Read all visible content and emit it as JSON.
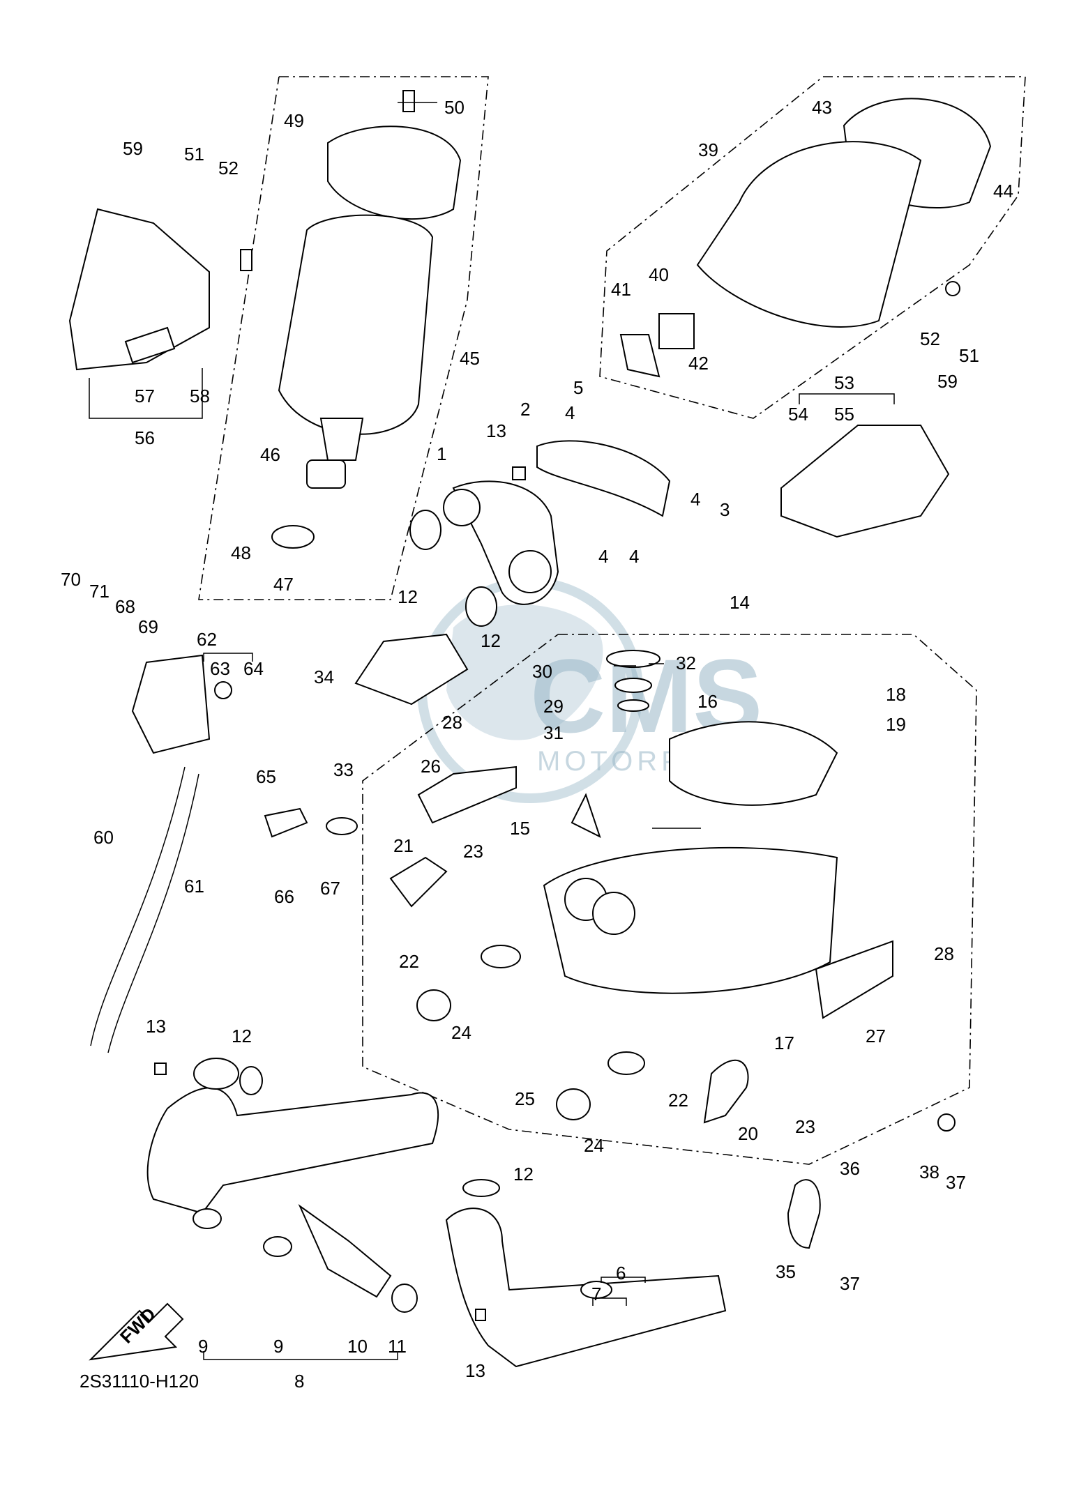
{
  "diagram_code": "2S31110-H120",
  "direction_label": "FWD",
  "watermark": {
    "brand": "CMS",
    "sub": "MOTORPARTS",
    "color": "#9ab8c8"
  },
  "callouts": {
    "p1": "1",
    "p2": "2",
    "p3": "3",
    "p4a": "4",
    "p4b": "4",
    "p4c": "4",
    "p4d": "4",
    "p5": "5",
    "p6": "6",
    "p7": "7",
    "p8": "8",
    "p9a": "9",
    "p9b": "9",
    "p10": "10",
    "p11": "11",
    "p12a": "12",
    "p12b": "12",
    "p12c": "12",
    "p12d": "12",
    "p13a": "13",
    "p13b": "13",
    "p13c": "13",
    "p14": "14",
    "p15": "15",
    "p16": "16",
    "p17": "17",
    "p18": "18",
    "p19": "19",
    "p20": "20",
    "p21": "21",
    "p22a": "22",
    "p22b": "22",
    "p23a": "23",
    "p23b": "23",
    "p24a": "24",
    "p24b": "24",
    "p25": "25",
    "p26": "26",
    "p27": "27",
    "p28a": "28",
    "p28b": "28",
    "p29": "29",
    "p30": "30",
    "p31": "31",
    "p32": "32",
    "p33": "33",
    "p34": "34",
    "p35": "35",
    "p36": "36",
    "p37a": "37",
    "p37b": "37",
    "p38": "38",
    "p39": "39",
    "p40": "40",
    "p41": "41",
    "p42": "42",
    "p43": "43",
    "p44": "44",
    "p45": "45",
    "p46": "46",
    "p47": "47",
    "p48": "48",
    "p49": "49",
    "p50": "50",
    "p51a": "51",
    "p51b": "51",
    "p52a": "52",
    "p52b": "52",
    "p53": "53",
    "p54": "54",
    "p55": "55",
    "p56": "56",
    "p57": "57",
    "p58": "58",
    "p59a": "59",
    "p59b": "59",
    "p60": "60",
    "p61": "61",
    "p62": "62",
    "p63": "63",
    "p64": "64",
    "p65": "65",
    "p66": "66",
    "p67": "67",
    "p68": "68",
    "p69": "69",
    "p70": "70",
    "p71": "71"
  }
}
